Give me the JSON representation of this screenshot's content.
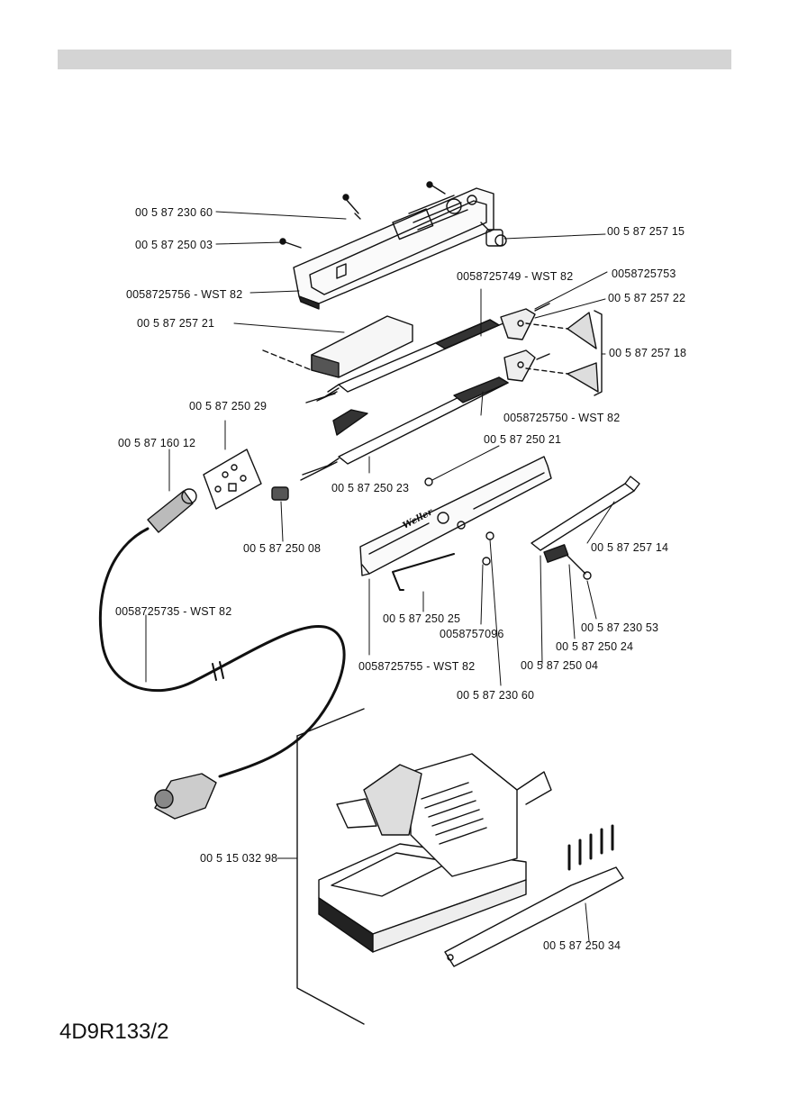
{
  "header": {
    "bar_color": "#d4d4d4"
  },
  "drawing": {
    "brand_logo": "Weller",
    "parts": [
      {
        "id": "p1",
        "label": "00 5 87 230 60"
      },
      {
        "id": "p2",
        "label": "00 5 87 250 03"
      },
      {
        "id": "p3",
        "label": "0058725756 - WST 82"
      },
      {
        "id": "p4",
        "label": "00 5 87 257 21"
      },
      {
        "id": "p5",
        "label": "00 5 87 257 15"
      },
      {
        "id": "p6",
        "label": "0058725749 - WST 82"
      },
      {
        "id": "p7",
        "label": "0058725753"
      },
      {
        "id": "p8",
        "label": "00 5 87 257 22"
      },
      {
        "id": "p9",
        "label": "00 5 87 257 18"
      },
      {
        "id": "p10",
        "label": "00 5 87 250 29"
      },
      {
        "id": "p11",
        "label": "0058725750 - WST 82"
      },
      {
        "id": "p12",
        "label": "00 5 87 160 12"
      },
      {
        "id": "p13",
        "label": "00 5 87 250 21"
      },
      {
        "id": "p14",
        "label": "00 5 87 250 23"
      },
      {
        "id": "p15",
        "label": "00 5 87 250 08"
      },
      {
        "id": "p16",
        "label": "00 5 87 257 14"
      },
      {
        "id": "p17",
        "label": "0058725735 - WST 82"
      },
      {
        "id": "p18",
        "label": "00 5 87 250 25"
      },
      {
        "id": "p19",
        "label": "0058757096"
      },
      {
        "id": "p20",
        "label": "00 5 87 230 53"
      },
      {
        "id": "p21",
        "label": "00 5 87 250 24"
      },
      {
        "id": "p22",
        "label": "0058725755 - WST 82"
      },
      {
        "id": "p23",
        "label": "00 5 87 250 04"
      },
      {
        "id": "p24",
        "label": "00 5 87 230 60"
      },
      {
        "id": "p25",
        "label": "00 5 15 032 98"
      },
      {
        "id": "p26",
        "label": "00 5 87 250 34"
      }
    ]
  },
  "footer": {
    "doc_number": "4D9R133/2"
  }
}
